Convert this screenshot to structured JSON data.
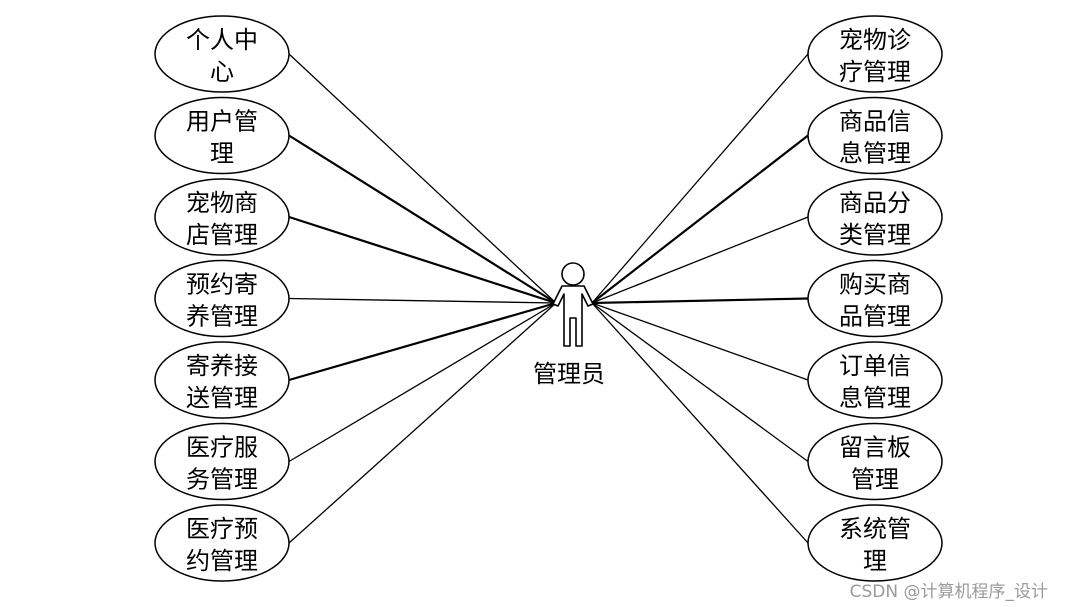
{
  "actor": {
    "label": "管理员"
  },
  "left_use_cases": [
    {
      "line1": "个人中",
      "line2": "心",
      "weight": "thin"
    },
    {
      "line1": "用户管",
      "line2": "理",
      "weight": "bold"
    },
    {
      "line1": "宠物商",
      "line2": "店管理",
      "weight": "bold"
    },
    {
      "line1": "预约寄",
      "line2": "养管理",
      "weight": "thin"
    },
    {
      "line1": "寄养接",
      "line2": "送管理",
      "weight": "bold"
    },
    {
      "line1": "医疗服",
      "line2": "务管理",
      "weight": "thin"
    },
    {
      "line1": "医疗预",
      "line2": "约管理",
      "weight": "thin"
    }
  ],
  "right_use_cases": [
    {
      "line1": "宠物诊",
      "line2": "疗管理",
      "weight": "thin"
    },
    {
      "line1": "商品信",
      "line2": "息管理",
      "weight": "bold"
    },
    {
      "line1": "商品分",
      "line2": "类管理",
      "weight": "thin"
    },
    {
      "line1": "购买商",
      "line2": "品管理",
      "weight": "bold"
    },
    {
      "line1": "订单信",
      "line2": "息管理",
      "weight": "thin"
    },
    {
      "line1": "留言板",
      "line2": "管理",
      "weight": "thin"
    },
    {
      "line1": "系统管",
      "line2": "理",
      "weight": "thin"
    }
  ],
  "watermark": "CSDN @计算机程序_设计",
  "colors": {
    "stroke": "#000000",
    "background": "#ffffff",
    "watermark": "#9a9a9a"
  }
}
